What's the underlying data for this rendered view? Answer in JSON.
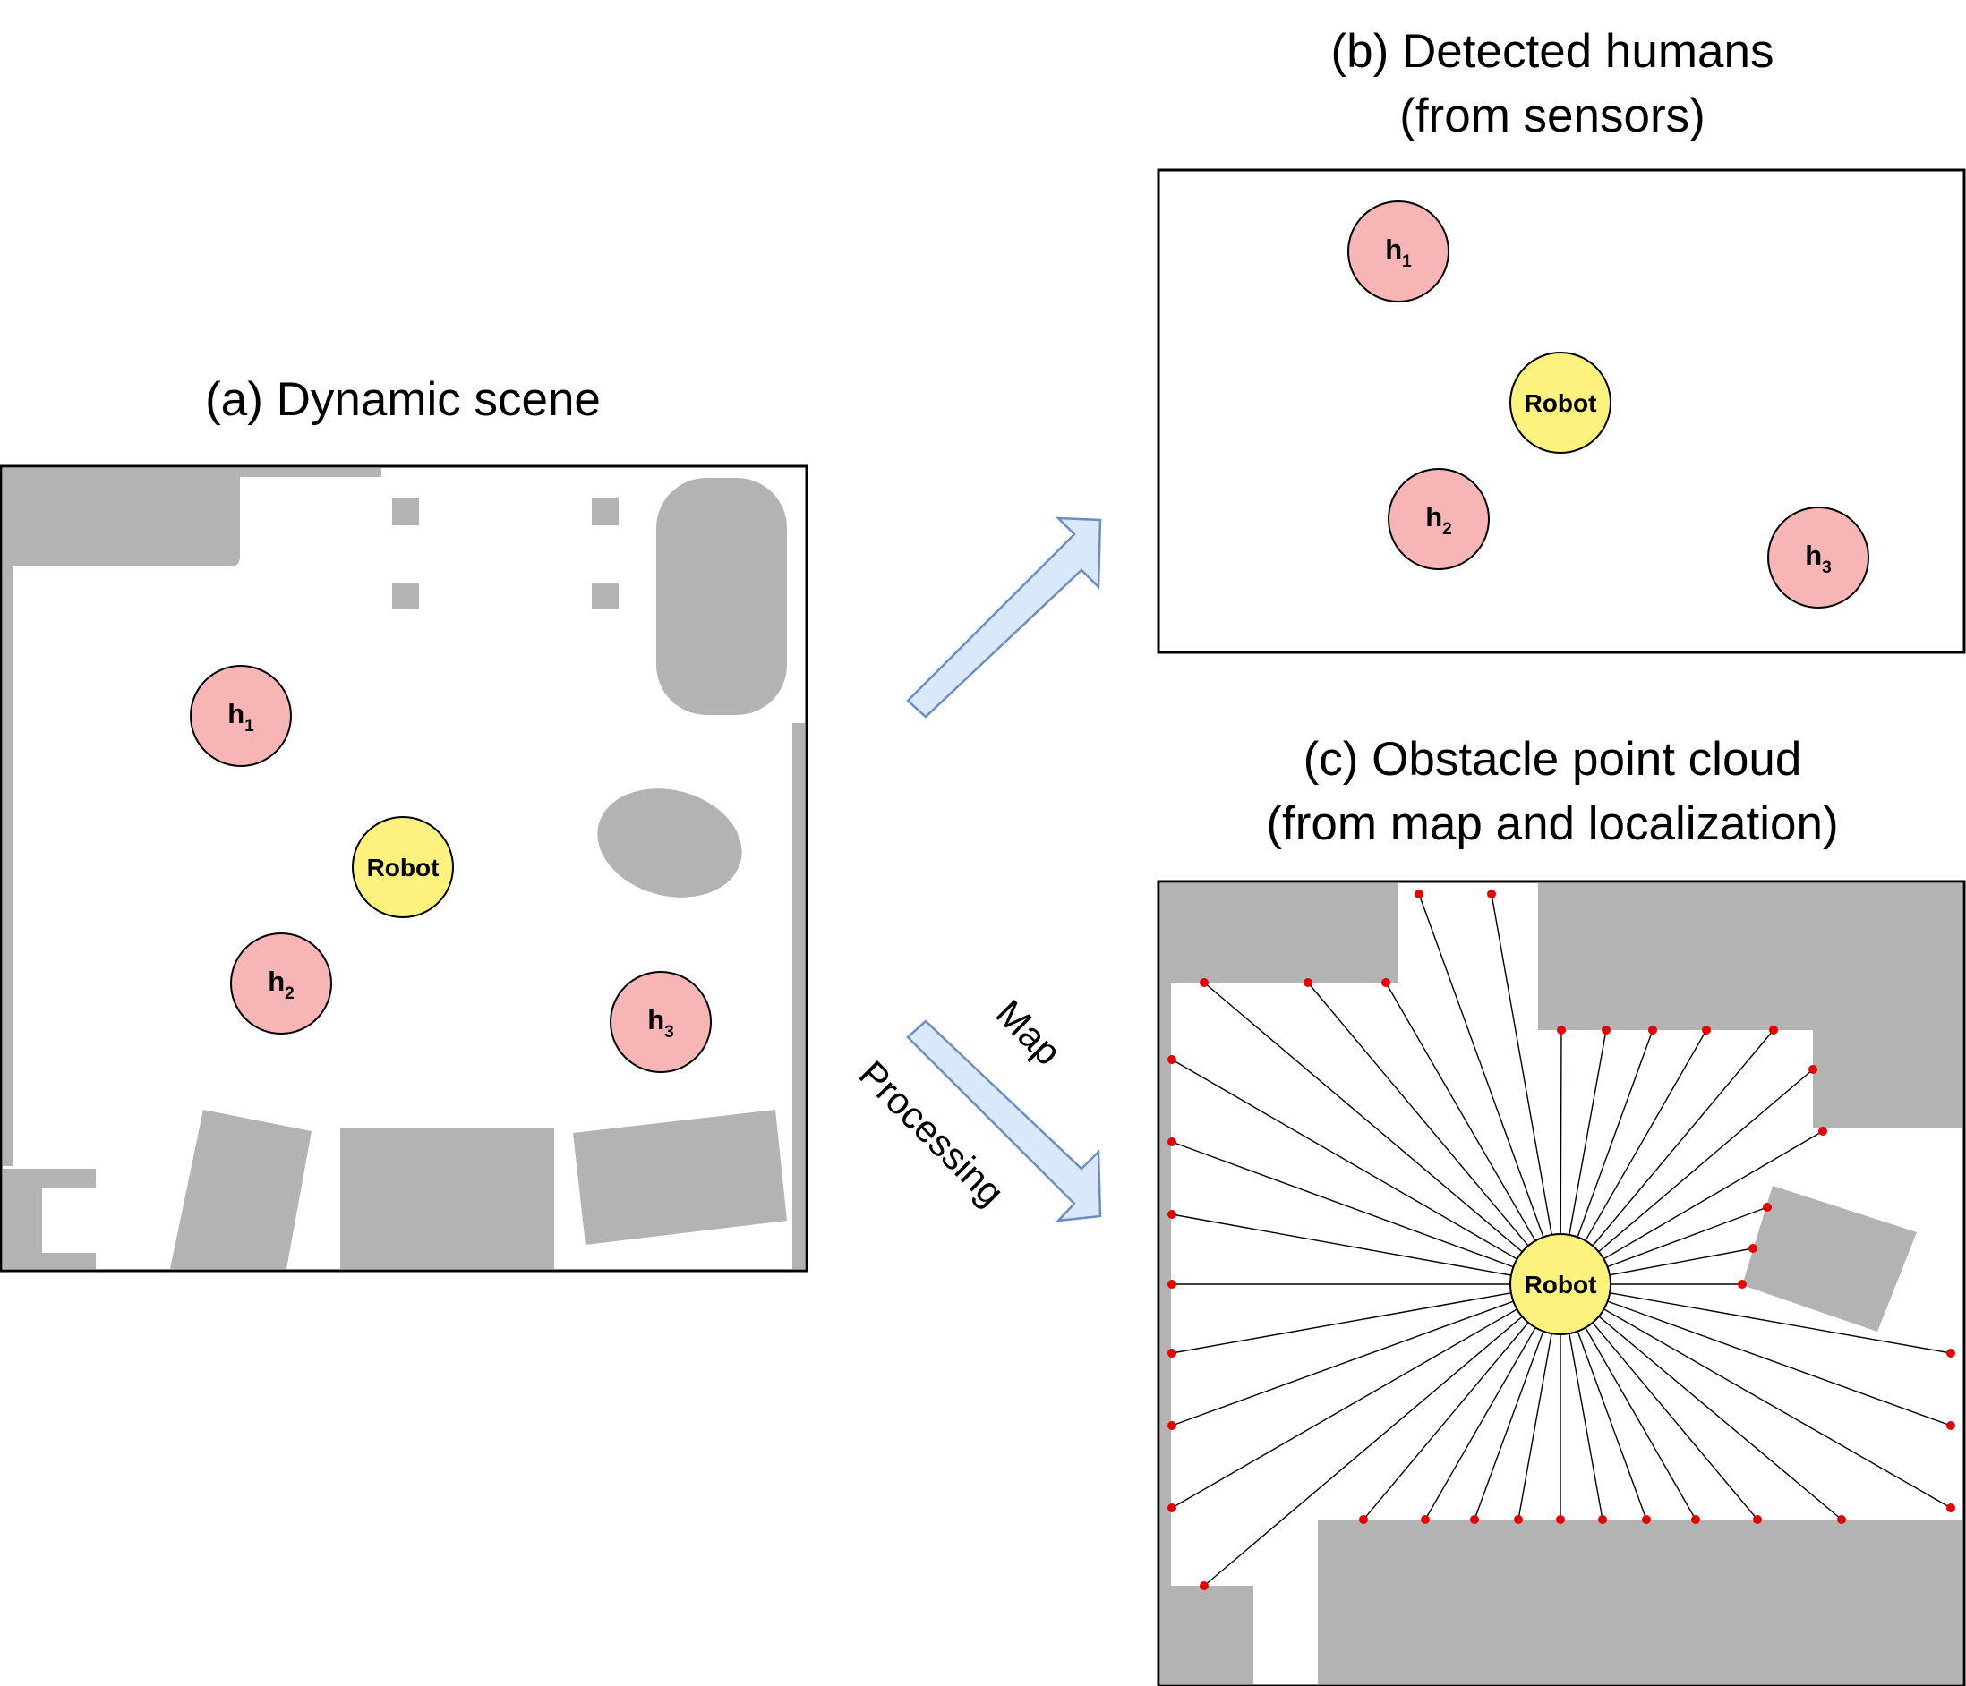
{
  "panel_a": {
    "title": "(a) Dynamic scene"
  },
  "panel_b": {
    "title_line1": "(b) Detected humans",
    "title_line2": "(from sensors)"
  },
  "panel_c": {
    "title_line1": "(c) Obstacle point cloud",
    "title_line2": "(from map and localization)"
  },
  "labels": {
    "robot": "Robot",
    "human_letter": "h",
    "h1_index": "1",
    "h2_index": "2",
    "h3_index": "3"
  },
  "arrow_labels": {
    "map": "Map",
    "processing": "Processing"
  },
  "colors": {
    "obstacle": "#b3b3b3",
    "human": "#f8b5b5",
    "robot": "#fcf27d",
    "arrow_fill": "#dae8fc",
    "arrow_stroke": "#6c8ebf",
    "point": "#e60000"
  }
}
